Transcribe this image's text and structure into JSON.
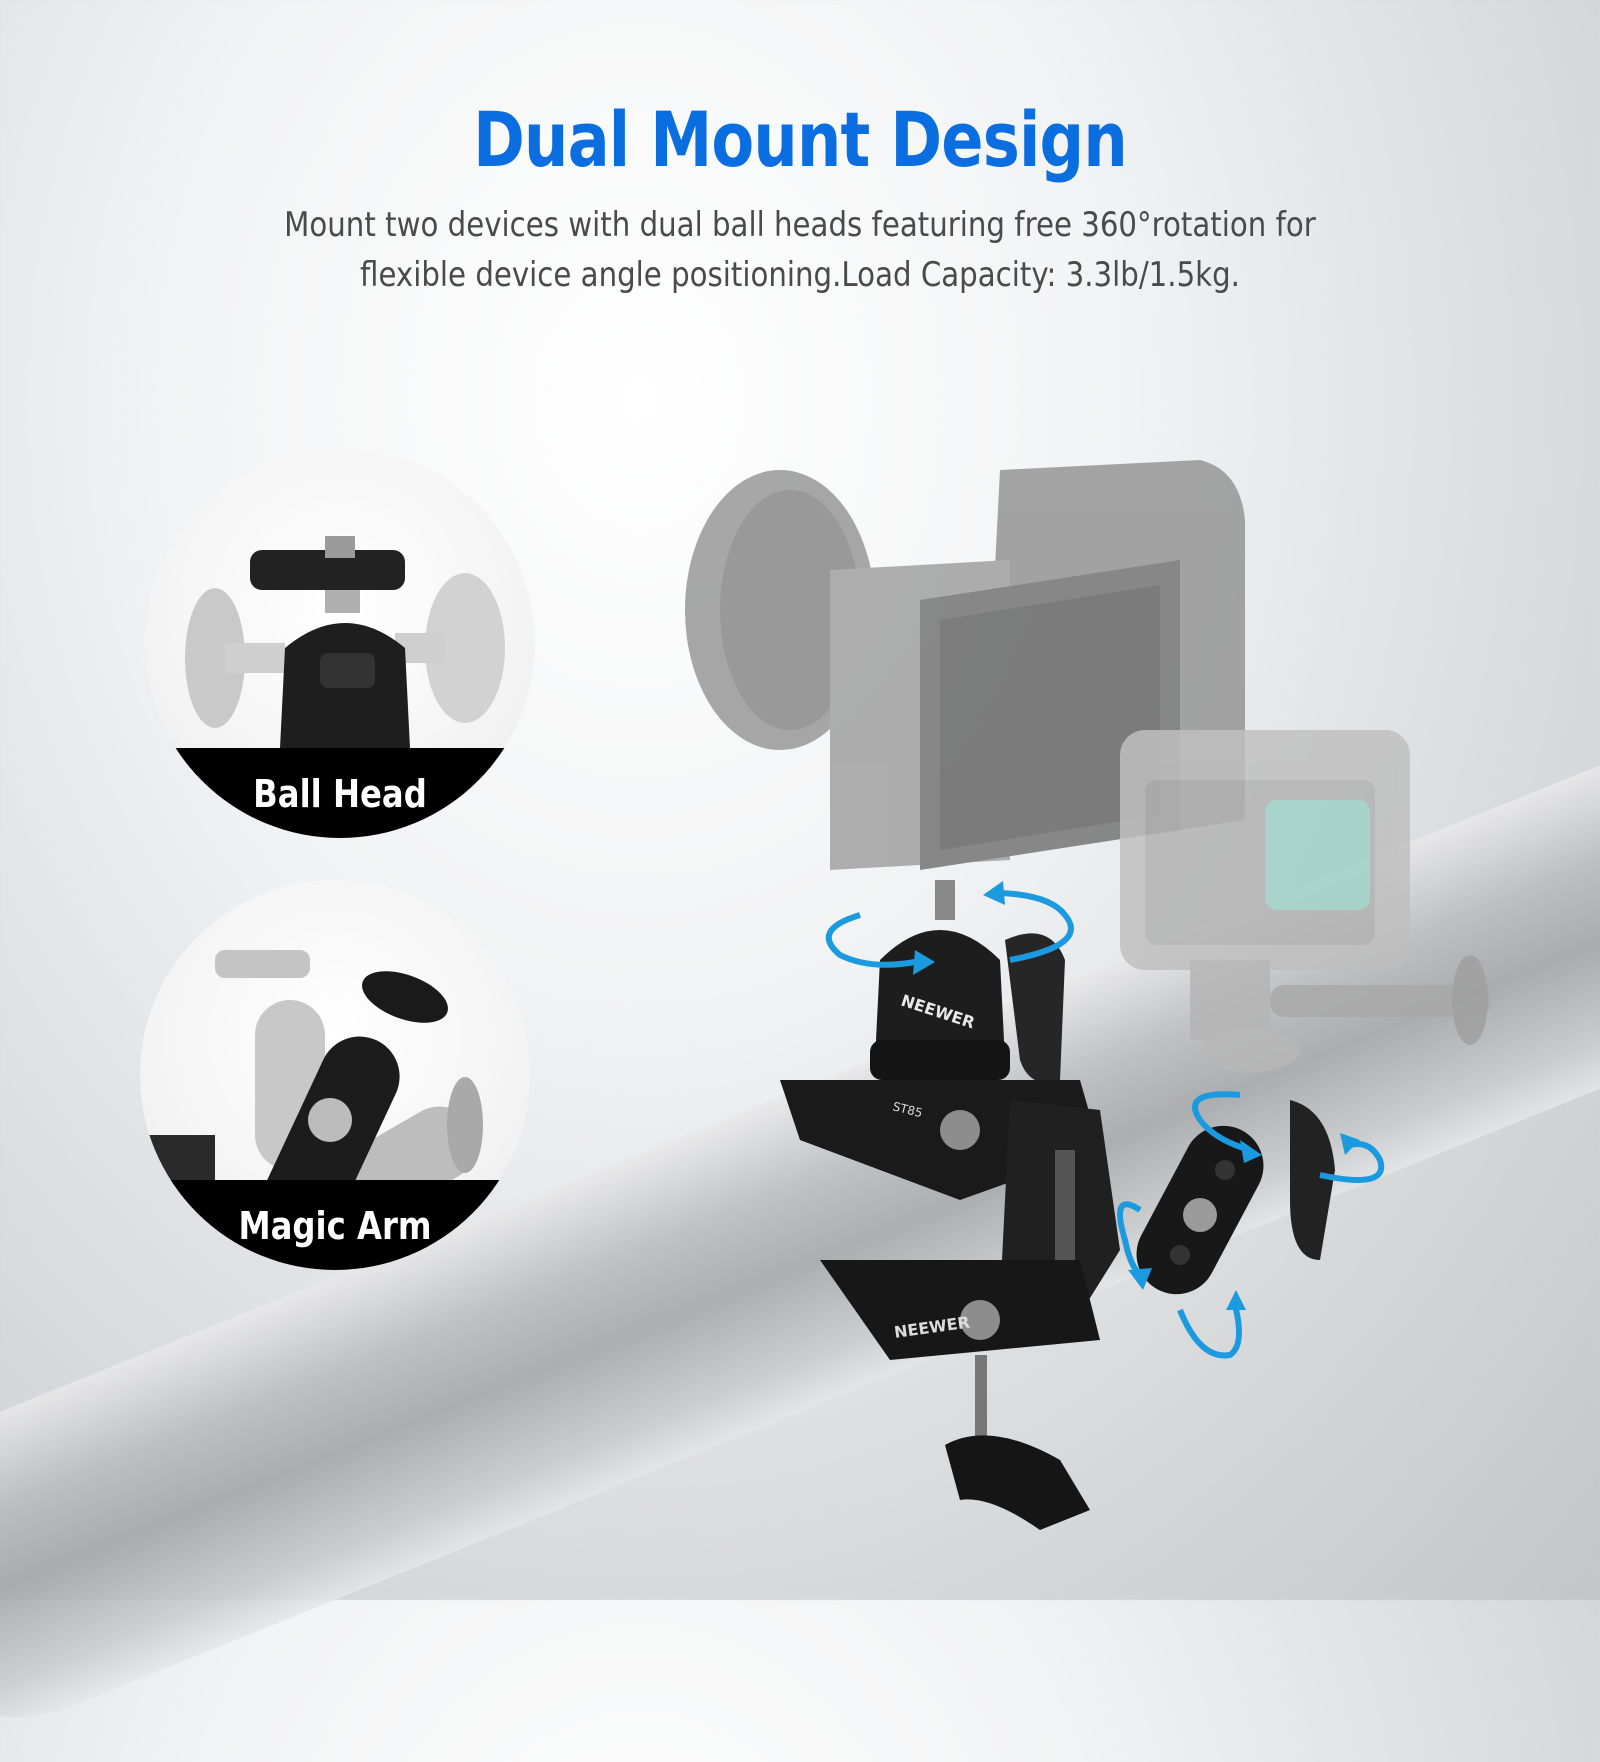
{
  "header": {
    "title": "Dual Mount Design",
    "subtitle_line1": "Mount two devices with dual ball heads featuring free 360°rotation for",
    "subtitle_line2": "flexible device angle positioning.Load Capacity: 3.3lb/1.5kg."
  },
  "callouts": [
    {
      "label": "Ball Head",
      "icon": "ball-head-icon"
    },
    {
      "label": "Magic Arm",
      "icon": "magic-arm-icon"
    }
  ],
  "product": {
    "brand_mark_1": "NEEWER",
    "brand_mark_2": "NEEWER",
    "model": "ST85"
  },
  "colors": {
    "title": "#0a6ee0",
    "subtitle": "#4a4a4a",
    "rotation_arrows": "#1b9ae0",
    "label_band": "#000000",
    "label_text": "#ffffff"
  }
}
